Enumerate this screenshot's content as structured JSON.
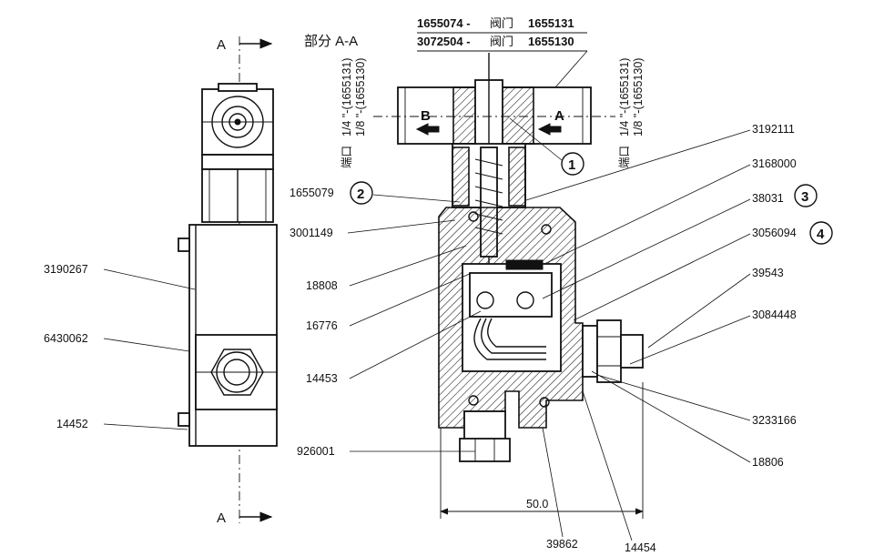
{
  "section": {
    "cut_label": "A",
    "title": "部分 A-A"
  },
  "header": {
    "row1": {
      "part": "1655074 -",
      "label": "阀门",
      "alt": "1655131"
    },
    "row2": {
      "part": "3072504 -",
      "label": "阀门",
      "alt": "1655130"
    }
  },
  "port_labels": {
    "b": "B",
    "a": "A",
    "left_rot_1": "1/4 \"-(1655131)",
    "left_rot_2": "1/8 \"-(1655130)",
    "right_rot_1": "1/4 \"-(1655131)",
    "right_rot_2": "1/8 \"-(1655130)",
    "port_word": "端口"
  },
  "callout_numbers": [
    "1",
    "2",
    "3",
    "4"
  ],
  "parts": {
    "left": [
      "3190267",
      "6430062",
      "14452"
    ],
    "center_left": [
      "1655079",
      "3001149",
      "18808",
      "16776",
      "14453",
      "926001"
    ],
    "right": [
      "3192111",
      "3168000",
      "38031",
      "3056094",
      "39543",
      "3084448",
      "3233166",
      "18806"
    ],
    "bottom": [
      "39862",
      "14454"
    ]
  },
  "dimension": "50.0"
}
